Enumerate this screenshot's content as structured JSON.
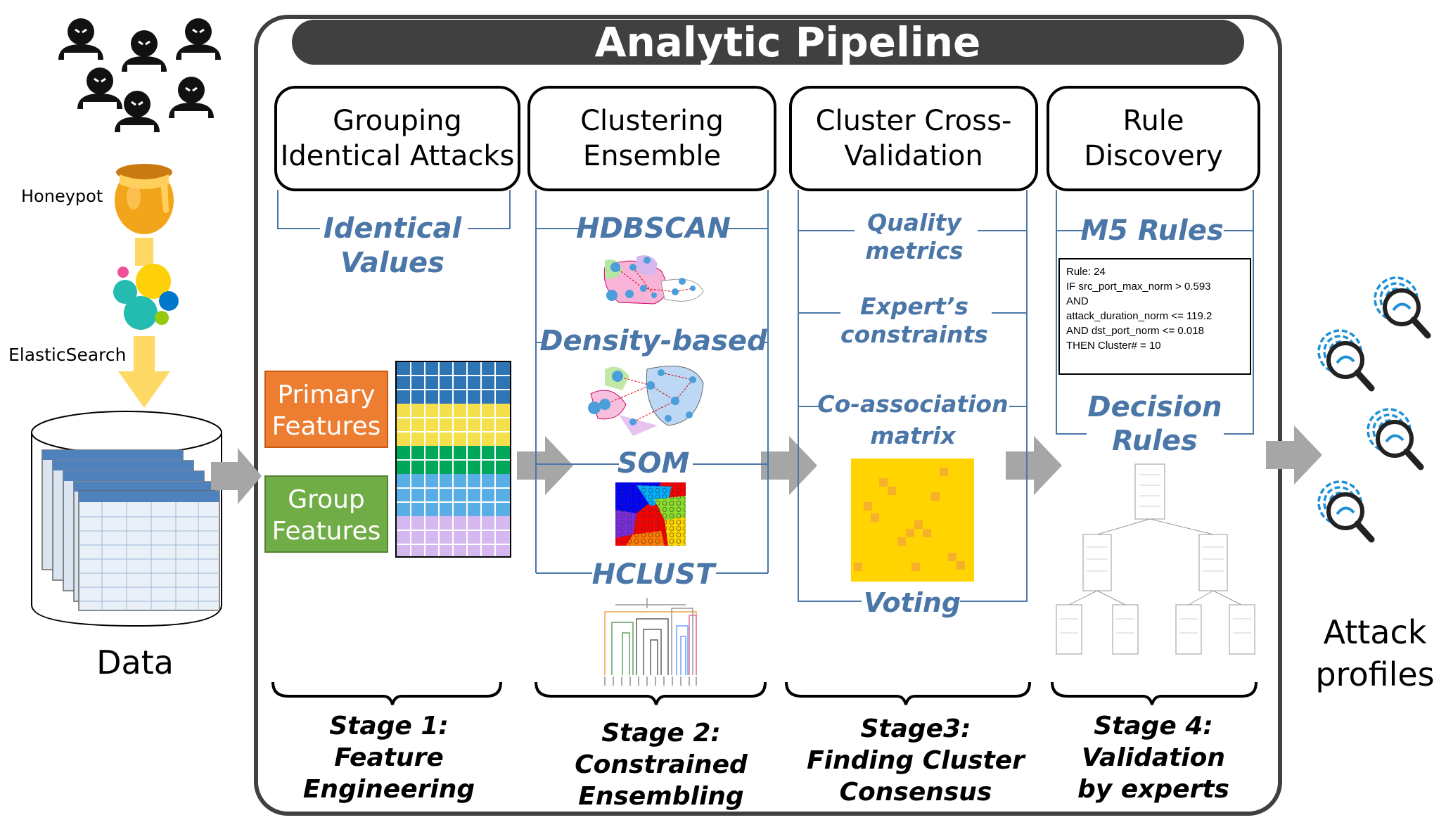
{
  "pipeline_title": "Analytic Pipeline",
  "left": {
    "honeypot_label": "Honeypot",
    "elastic_label": "ElasticSearch",
    "data_label": "Data"
  },
  "stages": [
    {
      "header_lines": [
        "Grouping",
        "Identical Attacks"
      ],
      "items": [
        "Identical",
        "Values"
      ],
      "footer_lines": [
        "Stage 1:",
        "Feature",
        "Engineering"
      ]
    },
    {
      "header_lines": [
        "Clustering",
        "Ensemble"
      ],
      "items": [
        "HDBSCAN",
        "Density-based",
        "SOM",
        "HCLUST"
      ],
      "footer_lines": [
        "Stage 2:",
        "Constrained",
        "Ensembling"
      ]
    },
    {
      "header_lines": [
        "Cluster Cross-",
        "Validation"
      ],
      "items": [
        "Quality",
        "metrics",
        "Expert’s",
        "constraints",
        "Co-association",
        "matrix",
        "Voting"
      ],
      "footer_lines": [
        "Stage3:",
        "Finding Cluster",
        "Consensus"
      ]
    },
    {
      "header_lines": [
        "Rule",
        "Discovery"
      ],
      "items": [
        "M5 Rules",
        "Decision",
        "Rules"
      ],
      "footer_lines": [
        "Stage 4:",
        "Validation",
        "by experts"
      ]
    }
  ],
  "features": {
    "primary_lines": [
      "Primary",
      "Features"
    ],
    "group_lines": [
      "Group",
      "Features"
    ],
    "primary_color": "#ed7d31",
    "group_color": "#70ad47"
  },
  "rule_box_lines": [
    "Rule: 24",
    "IF  src_port_max_norm > 0.593",
    "AND",
    "attack_duration_norm <= 119.2",
    "AND dst_port_norm <= 0.018",
    "THEN Cluster# =  10"
  ],
  "output_lines": [
    "Attack",
    "profiles"
  ],
  "colors": {
    "accent_blue": "#4a76a8",
    "title_bar": "#404040",
    "arrow_gray": "#a6a6a6",
    "arrow_orange": "#ffd966"
  },
  "icons": [
    "attacker-icon",
    "honeypot-icon",
    "elasticsearch-icon",
    "database-icon",
    "fingerprint-search-icon"
  ]
}
